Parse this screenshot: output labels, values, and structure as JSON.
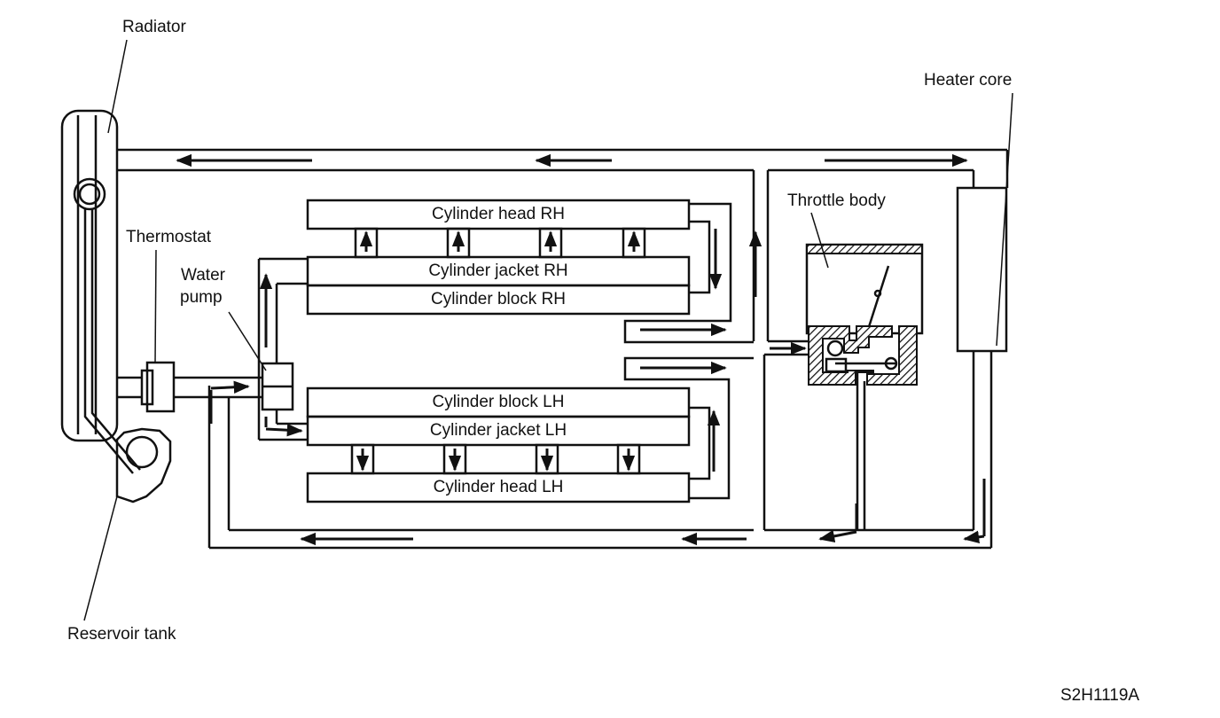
{
  "labels": {
    "radiator": "Radiator",
    "thermostat": "Thermostat",
    "water_pump_line1": "Water",
    "water_pump_line2": "pump",
    "reservoir_tank": "Reservoir tank",
    "heater_core": "Heater core",
    "throttle_body": "Throttle body",
    "figure_code": "S2H1119A"
  },
  "blocks": {
    "cyl_head_rh": "Cylinder head RH",
    "cyl_jacket_rh": "Cylinder jacket RH",
    "cyl_block_rh": "Cylinder block RH",
    "cyl_block_lh": "Cylinder block LH",
    "cyl_jacket_lh": "Cylinder jacket LH",
    "cyl_head_lh": "Cylinder head LH"
  },
  "colors": {
    "ink": "#111111",
    "paper": "#ffffff"
  }
}
